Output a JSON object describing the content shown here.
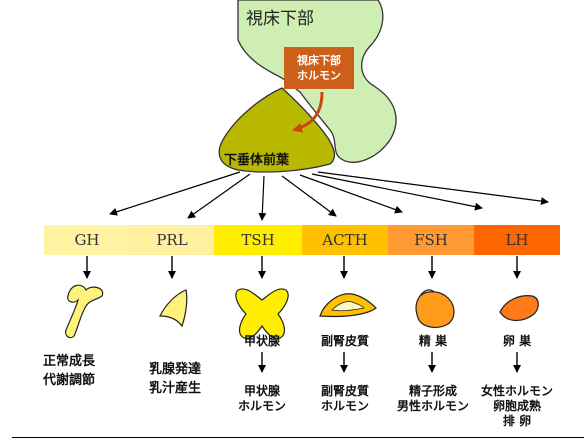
{
  "hypothalamus": {
    "label": "視床下部"
  },
  "hypothalamic_hormone": {
    "line1": "視床下部",
    "line2": "ホルモン"
  },
  "anterior_pituitary": {
    "label": "下垂体前葉"
  },
  "hormones": [
    {
      "name": "GH",
      "color": "#fff2a0"
    },
    {
      "name": "PRL",
      "color": "#fff0a0"
    },
    {
      "name": "TSH",
      "color": "#ffee00"
    },
    {
      "name": "ACTH",
      "color": "#ffc000"
    },
    {
      "name": "FSH",
      "color": "#ff9933"
    },
    {
      "name": "LH",
      "color": "#ff6600"
    }
  ],
  "targets": {
    "gh": {
      "organ": "",
      "effect_line1": "正常成長",
      "effect_line2": "代謝調節"
    },
    "prl": {
      "organ": "",
      "effect_line1": "乳腺発達",
      "effect_line2": "乳汁産生"
    },
    "tsh": {
      "organ": "甲状腺",
      "effect_line1": "甲状腺",
      "effect_line2": "ホルモン"
    },
    "acth": {
      "organ": "副腎皮質",
      "effect_line1": "副腎皮質",
      "effect_line2": "ホルモン"
    },
    "fsh": {
      "organ": "精 巣",
      "effect_line1": "精子形成",
      "effect_line2": "男性ホルモン"
    },
    "lh": {
      "organ": "卵 巣",
      "effect_line1": "女性ホルモン",
      "effect_line2": "卵胞成熟",
      "effect_line3": "排 卵"
    }
  },
  "colors": {
    "hypothalamus_fill": "#cfeeb3",
    "pituitary_fill": "#b8b800",
    "hormone_box_fill": "#cc5f1a",
    "arrow_red": "#cc4411",
    "organ_yellow": "#fff27a",
    "organ_orange": "#ff9a1a"
  }
}
